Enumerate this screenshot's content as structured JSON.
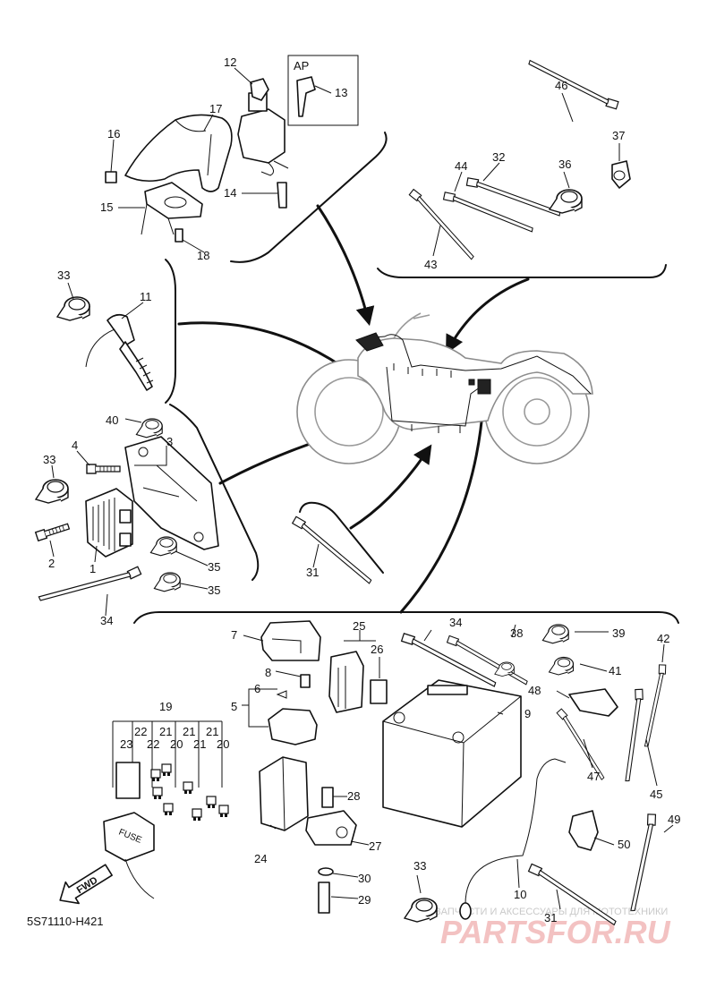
{
  "diagram": {
    "code": "5S71110-H421",
    "ap_label": "AP",
    "fwd_label": "FWD",
    "fuse_label": "FUSE",
    "callouts": [
      "1",
      "2",
      "3",
      "4",
      "5",
      "6",
      "7",
      "8",
      "9",
      "10",
      "11",
      "12",
      "13",
      "14",
      "15",
      "16",
      "17",
      "18",
      "19",
      "20",
      "21",
      "22",
      "23",
      "24",
      "25",
      "26",
      "27",
      "28",
      "29",
      "30",
      "31",
      "32",
      "33",
      "34",
      "35",
      "36",
      "37",
      "38",
      "39",
      "40",
      "41",
      "42",
      "43",
      "44",
      "45",
      "46",
      "47",
      "48",
      "49",
      "50"
    ]
  },
  "watermark": {
    "top": "ЗАПЧАСТИ И АКСЕССУАРЫ ДЛЯ МОТОТЕХНИКИ",
    "brand": "PARTSFOR.RU"
  }
}
